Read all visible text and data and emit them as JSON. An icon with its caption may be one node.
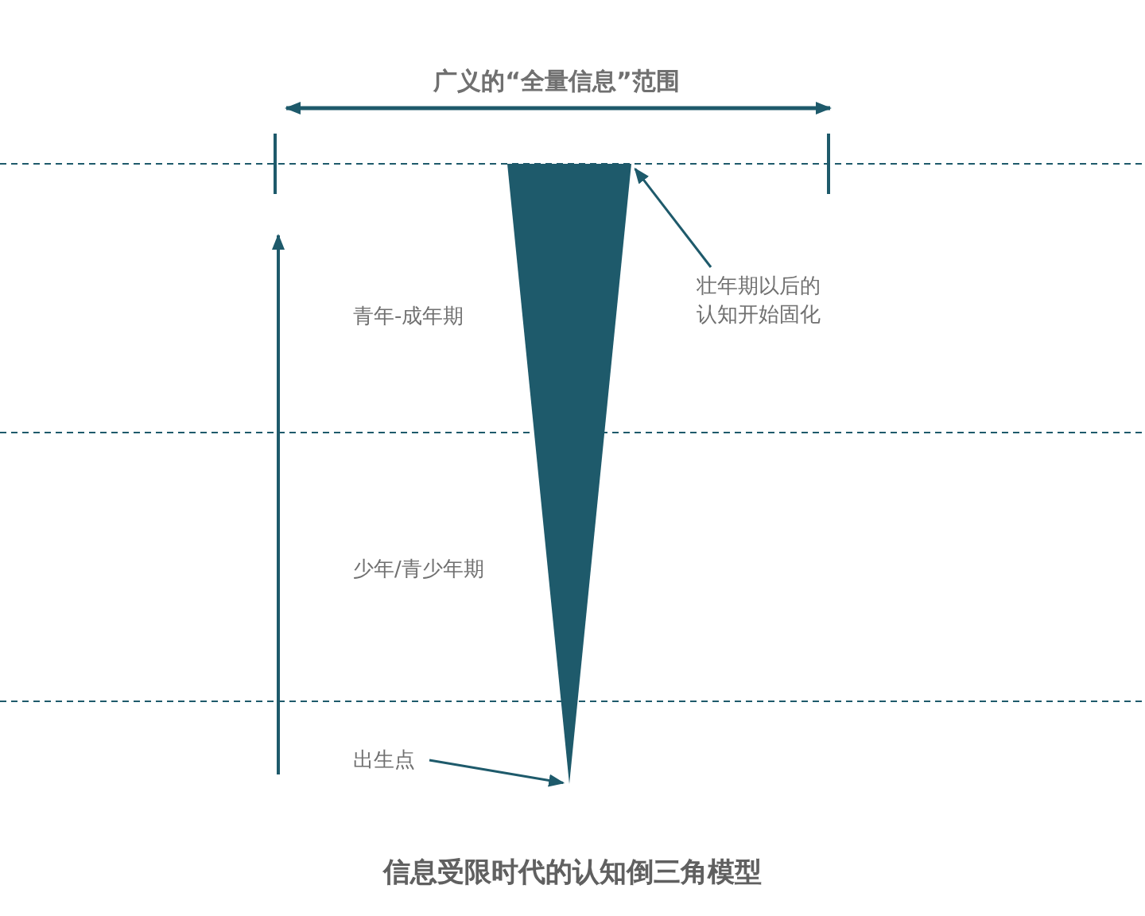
{
  "diagram": {
    "caption": "信息受限时代的认知倒三角模型",
    "nodes": [
      {
        "text": [],
        "shape": "triangle"
      },
      {
        "text": [
          "壮年期以后的认知开始固化"
        ]
      },
      {
        "text": [
          "出生点"
        ]
      }
    ],
    "edges": [
      {
        "from": 1,
        "to": 0,
        "arrow": "to"
      },
      {
        "from": 2,
        "to": 0,
        "arrow": "to"
      }
    ],
    "labels": [
      "广义的“全量信息”范围",
      "青年-成年期",
      "少年/青少年期"
    ]
  }
}
